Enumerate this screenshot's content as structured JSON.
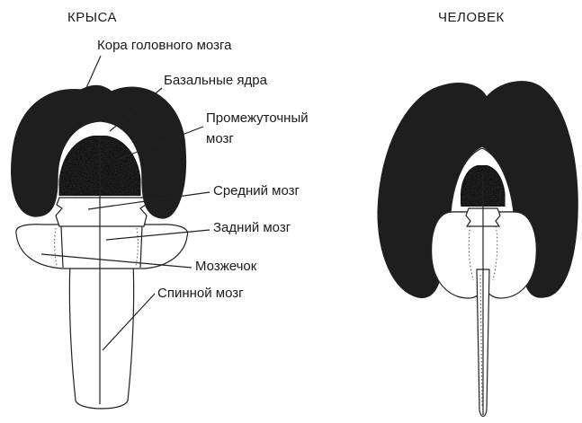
{
  "titles": {
    "rat": "КРЫСА",
    "human": "ЧЕЛОВЕК"
  },
  "labels": {
    "cortex": "Кора головного мозга",
    "basal_ganglia": "Базальные ядра",
    "diencephalon_line1": "Промежуточный",
    "diencephalon_line2": "мозг",
    "midbrain": "Средний мозг",
    "hindbrain": "Задний мозг",
    "cerebellum": "Мозжечок",
    "spinal_cord": "Спинной мозг"
  },
  "colors": {
    "ink": "#1e1e1e",
    "background": "#ffffff"
  }
}
